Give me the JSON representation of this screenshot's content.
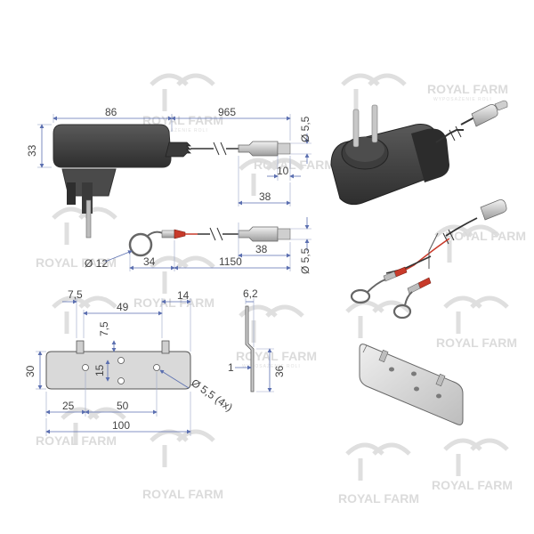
{
  "watermark": {
    "brand": "ROYAL FARM",
    "tagline": "WYPOSAŻENIE ROLI",
    "color": "#d8d8d8"
  },
  "dimensions": {
    "adapter_width": "86",
    "adapter_height": "33",
    "cable_length_top": "965",
    "plug_diameter_top": "Ø 5,5",
    "plug_tip": "10",
    "plug_length_top": "38",
    "ring_diameter": "Ø 12",
    "ring_lead": "34",
    "cable_length_bottom": "1150",
    "plug_length_bottom": "38",
    "plug_diameter_bottom": "Ø 5,5",
    "plate_offset_left": "7,5",
    "plate_slot_span": "49",
    "plate_tab_width": "14",
    "plate_side_offset": "6,2",
    "plate_tab_height": "7,5",
    "plate_height": "30",
    "plate_hole_pitch_v": "15",
    "plate_thickness": "1",
    "plate_side_height": "36",
    "plate_hole_diameter": "Ø 5,5 (4x)",
    "plate_edge_left": "25",
    "plate_hole_pitch_h": "50",
    "plate_length": "100"
  },
  "colors": {
    "housing": "#3c3c3c",
    "plate": "#d9d9d9",
    "wire_red": "#c83a2a",
    "dimension_line": "#5b6fb0"
  }
}
